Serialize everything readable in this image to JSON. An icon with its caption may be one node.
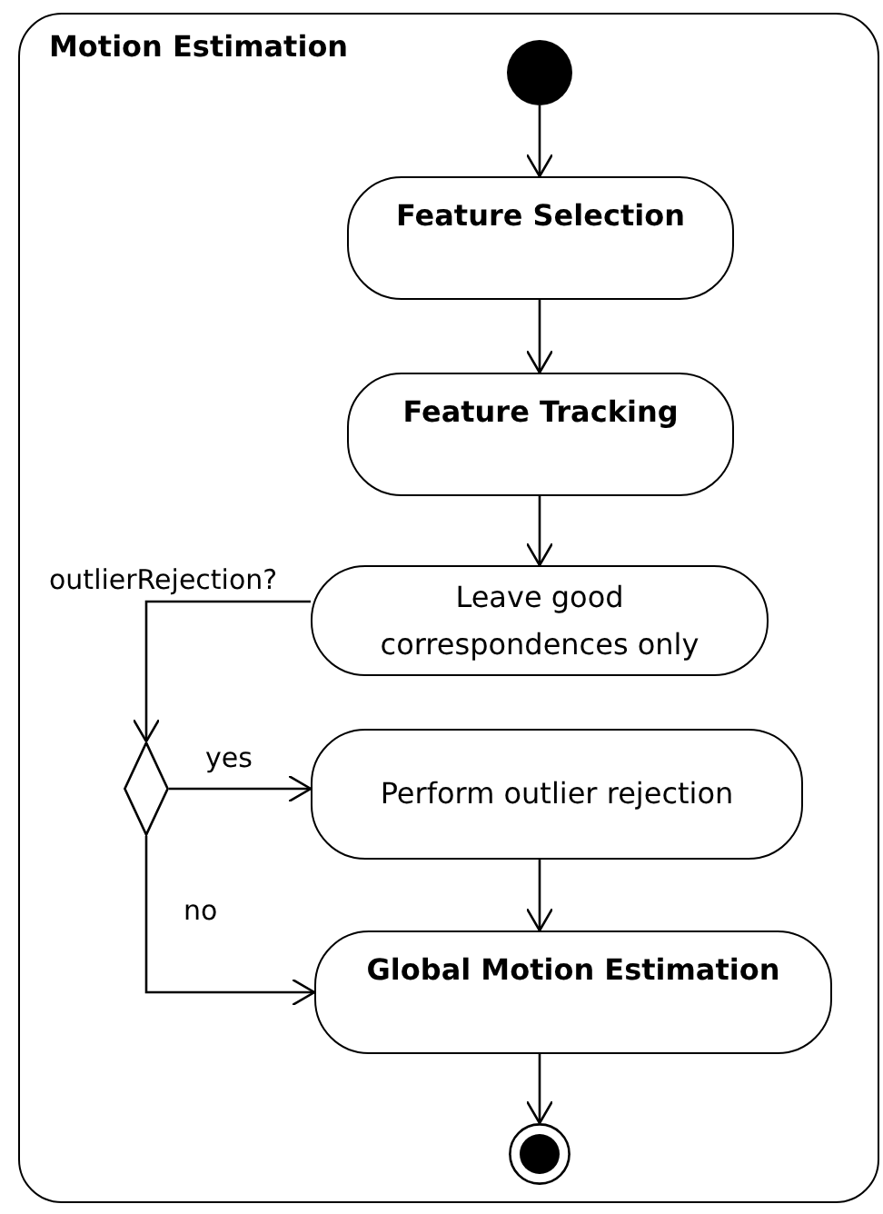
{
  "diagram": {
    "nodes": [
      {
        "text": [
          "Motion Estimation"
        ]
      },
      {
        "text": [],
        "shape": "circle",
        "in": 0
      },
      {
        "text": [
          "Feature Selection"
        ],
        "in": 0
      },
      {
        "text": [
          "Feature Tracking"
        ],
        "in": 0
      },
      {
        "text": [
          "Leave good correspondences only"
        ],
        "in": 0
      },
      {
        "text": [],
        "shape": "diamond",
        "in": 0
      },
      {
        "text": [
          "Perform outlier rejection"
        ],
        "in": 0
      },
      {
        "text": [
          "Global Motion Estimation"
        ],
        "in": 0
      },
      {
        "text": [],
        "shape": "bullseye",
        "in": 0
      }
    ],
    "edges": [
      {
        "from": 1,
        "to": 2,
        "arrow": "to"
      },
      {
        "from": 2,
        "to": 3,
        "arrow": "to"
      },
      {
        "from": 3,
        "to": 4,
        "arrow": "to"
      },
      {
        "from": 4,
        "to": 5,
        "arrow": "to",
        "label": "outlierRejection?"
      },
      {
        "from": 5,
        "to": 6,
        "arrow": "to",
        "label": "yes"
      },
      {
        "from": 5,
        "to": 7,
        "arrow": "to",
        "label": "no"
      },
      {
        "from": 6,
        "to": 7,
        "arrow": "to"
      },
      {
        "from": 7,
        "to": 8,
        "arrow": "to"
      }
    ]
  }
}
